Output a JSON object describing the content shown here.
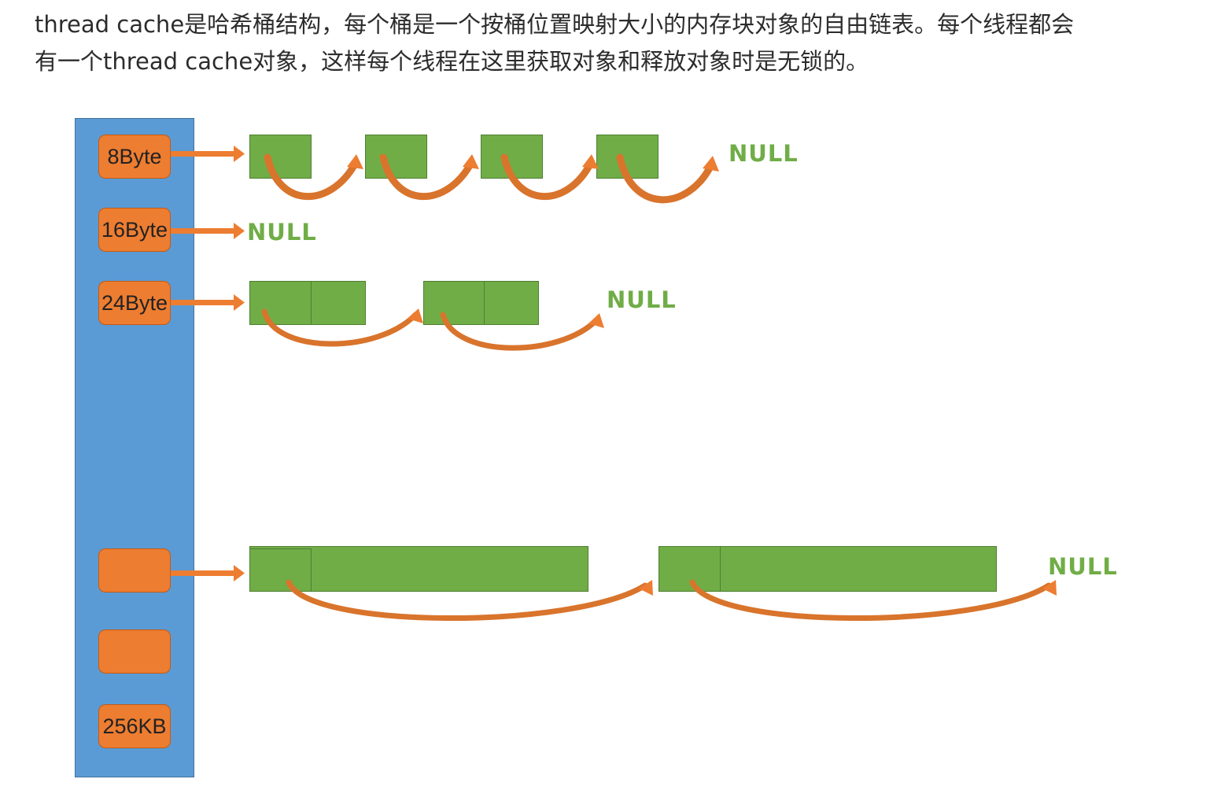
{
  "paragraph": {
    "line1": "thread cache是哈希桶结构，每个桶是一个按桶位置映射大小的内存块对象的自由链表。每个线程都会",
    "line2": "有一个thread cache对象，这样每个线程在这里获取对象和释放对象时是无锁的。"
  },
  "buckets": [
    {
      "label": "8Byte"
    },
    {
      "label": "16Byte"
    },
    {
      "label": "24Byte"
    },
    {
      "label": ""
    },
    {
      "label": ""
    },
    {
      "label": "256KB"
    }
  ],
  "null_labels": {
    "row8": "NULL",
    "row16": "NULL",
    "row24": "NULL",
    "rowLarge": "NULL"
  },
  "colors": {
    "column": "#5b9bd5",
    "bucket": "#ed7d31",
    "block": "#70ad47",
    "arrow": "#ed7d31",
    "null_text": "#70ad47"
  }
}
